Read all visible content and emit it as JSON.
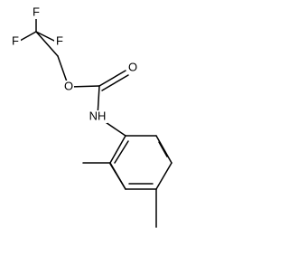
{
  "molecule": {
    "atoms": {
      "f_top": "F",
      "f_left": "F",
      "f_right": "F",
      "o_ester": "O",
      "o_carbonyl": "O",
      "nh": "NH"
    },
    "colors": {
      "bond": "#000000",
      "label": "#000000",
      "background": "#ffffff"
    }
  }
}
